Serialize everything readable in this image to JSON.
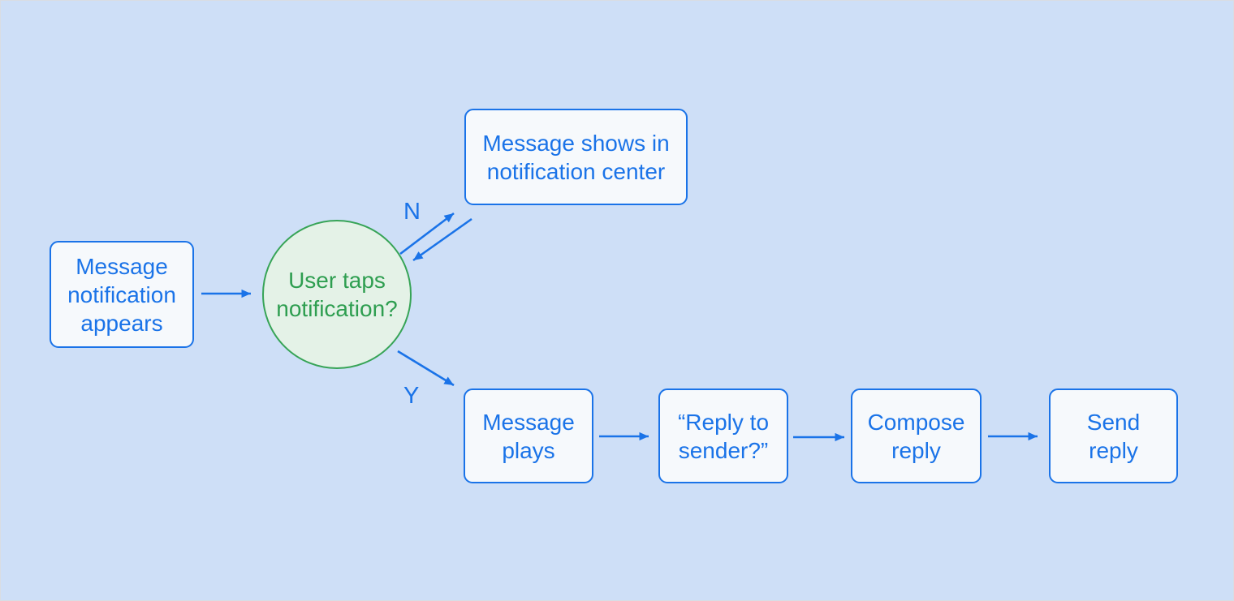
{
  "colors": {
    "bg": "#CEDFF7",
    "blue": "#1A73E8",
    "node-fill": "#F6F9FC",
    "green-border": "#37A457",
    "green-fill": "#E4F2E7",
    "green-text": "#2E9E50"
  },
  "flowchart": {
    "nodes": {
      "start": {
        "label": "Message\nnotification\nappears",
        "type": "process"
      },
      "decision": {
        "label": "User taps\nnotification?",
        "type": "decision"
      },
      "notification_center": {
        "label": "Message shows in\nnotification center",
        "type": "process"
      },
      "plays": {
        "label": "Message\nplays",
        "type": "process"
      },
      "reply_prompt": {
        "label": "“Reply to\nsender?”",
        "type": "process"
      },
      "compose": {
        "label": "Compose\nreply",
        "type": "process"
      },
      "send": {
        "label": "Send\nreply",
        "type": "process"
      }
    },
    "branch_labels": {
      "no": "N",
      "yes": "Y"
    },
    "edges": [
      {
        "from": "start",
        "to": "decision",
        "label": ""
      },
      {
        "from": "decision",
        "to": "notification_center",
        "label": "N"
      },
      {
        "from": "notification_center",
        "to": "decision",
        "label": ""
      },
      {
        "from": "decision",
        "to": "plays",
        "label": "Y"
      },
      {
        "from": "plays",
        "to": "reply_prompt",
        "label": ""
      },
      {
        "from": "reply_prompt",
        "to": "compose",
        "label": ""
      },
      {
        "from": "compose",
        "to": "send",
        "label": ""
      }
    ]
  }
}
